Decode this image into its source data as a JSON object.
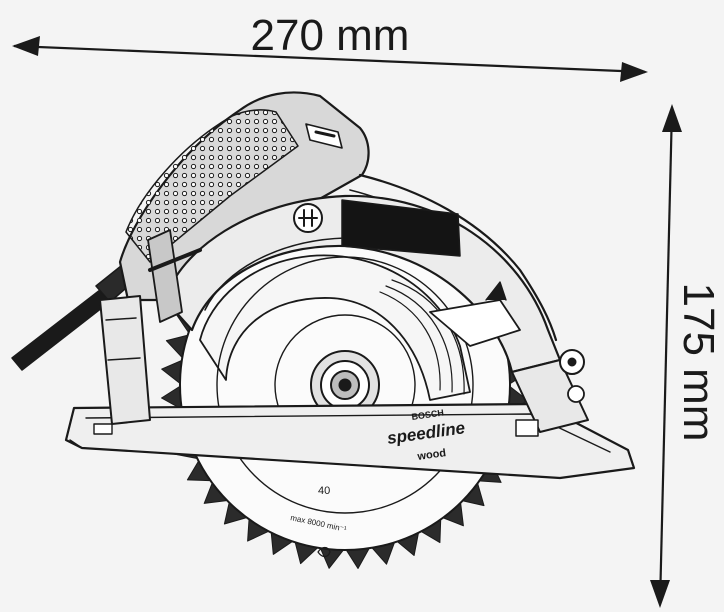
{
  "dimensions": {
    "width_label": "270 mm",
    "height_label": "175 mm"
  },
  "blade_print": {
    "brand": "BOSCH",
    "product": "speedline",
    "material": "wood",
    "teeth": "40",
    "max_speed": "max 8000 min⁻¹"
  },
  "colors": {
    "ink": "#1a1a1a",
    "paper": "#f4f4f4"
  }
}
